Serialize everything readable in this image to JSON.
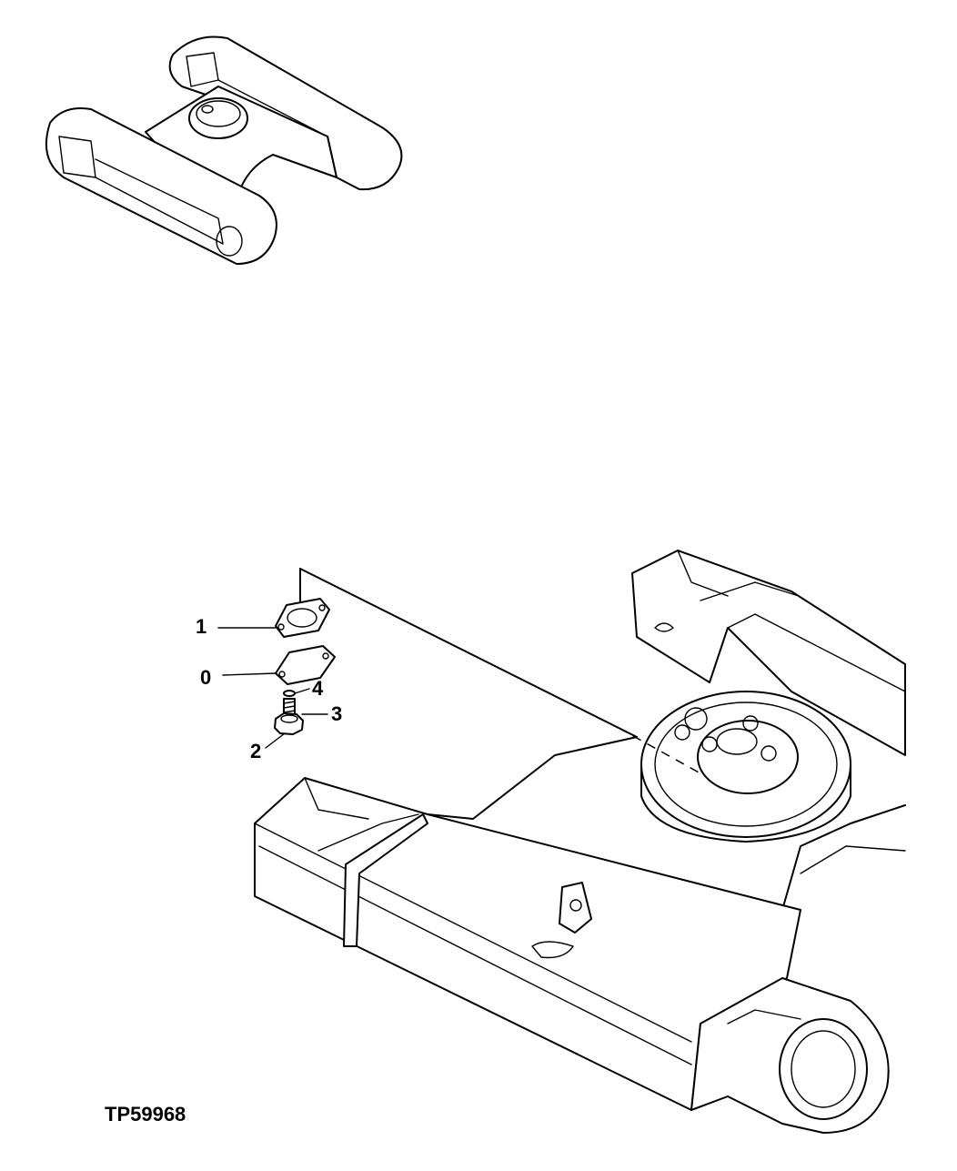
{
  "figure": {
    "reference_code": "TP59968",
    "callouts": [
      {
        "label": "1",
        "part": "gasket"
      },
      {
        "label": "0",
        "part": "cover-plate"
      },
      {
        "label": "4",
        "part": "lock-washer"
      },
      {
        "label": "3",
        "part": "bolt"
      },
      {
        "label": "2",
        "part": "flange-nut"
      }
    ]
  }
}
